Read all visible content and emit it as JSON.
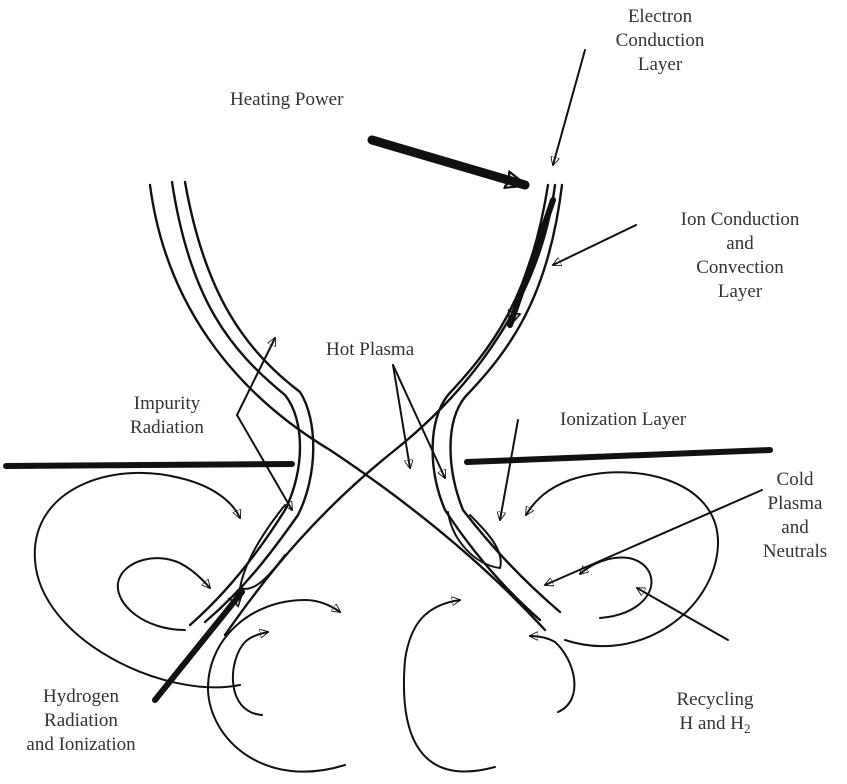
{
  "labels": {
    "electron_conduction": [
      "Electron",
      "Conduction",
      "Layer"
    ],
    "heating_power": "Heating Power",
    "ion_conduction": [
      "Ion Conduction",
      "and",
      "Convection",
      "Layer"
    ],
    "hot_plasma": "Hot Plasma",
    "impurity_radiation": [
      "Impurity",
      "Radiation"
    ],
    "ionization_layer": "Ionization Layer",
    "cold_plasma": [
      "Cold",
      "Plasma",
      "and",
      "Neutrals"
    ],
    "hydrogen_radiation": [
      "Hydrogen",
      "Radiation",
      "and Ionization"
    ],
    "recycling": {
      "line1": "Recycling",
      "line2_prefix": "H and H",
      "line2_subscript": "2"
    }
  }
}
